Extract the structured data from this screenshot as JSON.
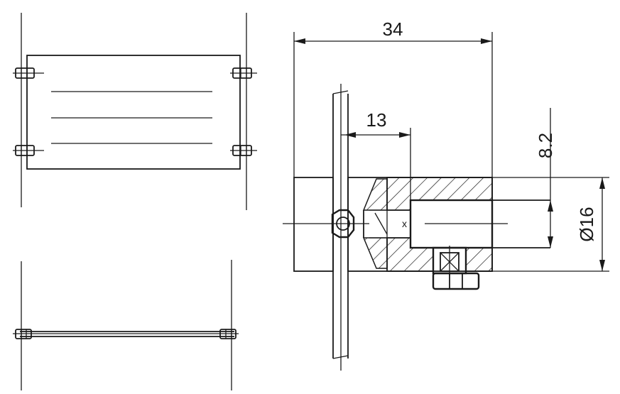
{
  "dimensions": {
    "overall_length": "34",
    "inset_depth": "13",
    "pin_diameter_offset": "8.2",
    "bore_diameter": "Ø16"
  },
  "marker": "x"
}
